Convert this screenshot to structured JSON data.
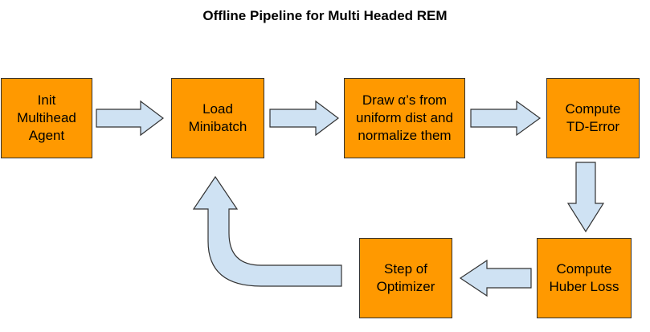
{
  "title": "Offline Pipeline for Multi Headed REM",
  "nodes": [
    {
      "id": "init",
      "label": "Init\nMultihead\nAgent"
    },
    {
      "id": "load",
      "label": "Load\nMinibatch"
    },
    {
      "id": "draw",
      "label": "Draw α’s from\nuniform dist and\nnormalize them"
    },
    {
      "id": "td",
      "label": "Compute\nTD-Error"
    },
    {
      "id": "step",
      "label": "Step of\nOptimizer"
    },
    {
      "id": "huber",
      "label": "Compute\nHuber Loss"
    }
  ],
  "edges": [
    {
      "from": "init",
      "to": "load"
    },
    {
      "from": "load",
      "to": "draw"
    },
    {
      "from": "draw",
      "to": "td"
    },
    {
      "from": "td",
      "to": "huber"
    },
    {
      "from": "huber",
      "to": "step"
    },
    {
      "from": "step",
      "to": "load"
    }
  ],
  "colors": {
    "node_fill": "#ff9900",
    "arrow_fill": "#cfe2f3",
    "border": "#333333"
  }
}
